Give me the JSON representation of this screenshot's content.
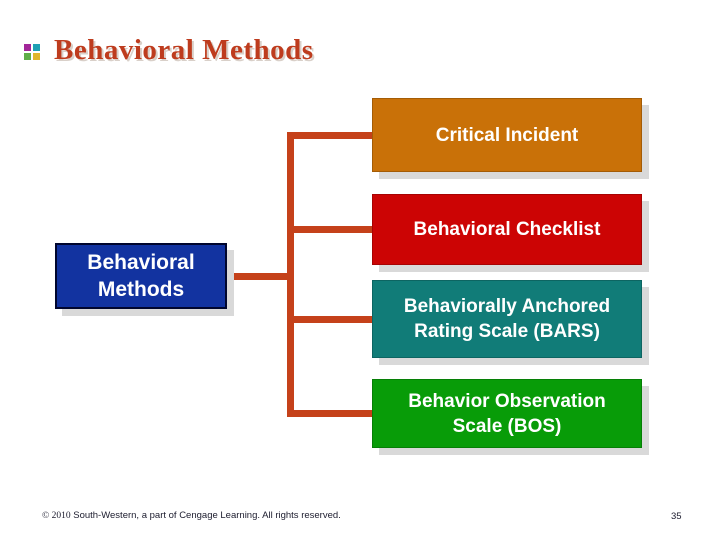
{
  "slide": {
    "title": "Behavioral Methods",
    "title_color": "#BE3C1E",
    "bullet_colors": [
      "#A22699",
      "#1FA0B4",
      "#5FAD48",
      "#DFB62B"
    ],
    "footer": {
      "copyright_prefix": "© 2010",
      "copyright_rest": " South-Western, a part of Cengage Learning. All rights reserved.",
      "page_number": "35"
    }
  },
  "diagram": {
    "connector_color": "#C5411A",
    "shadow_color": "#D9D9D9",
    "root": {
      "label": "Behavioral\nMethods",
      "fill": "#1233A0",
      "text_color": "#FFFFFF"
    },
    "children": [
      {
        "label": "Critical Incident",
        "fill": "#C97108"
      },
      {
        "label": "Behavioral Checklist",
        "fill": "#CC0404"
      },
      {
        "label": "Behaviorally Anchored\nRating Scale (BARS)",
        "fill": "#117C78"
      },
      {
        "label": "Behavior Observation\nScale (BOS)",
        "fill": "#089C08"
      }
    ]
  }
}
